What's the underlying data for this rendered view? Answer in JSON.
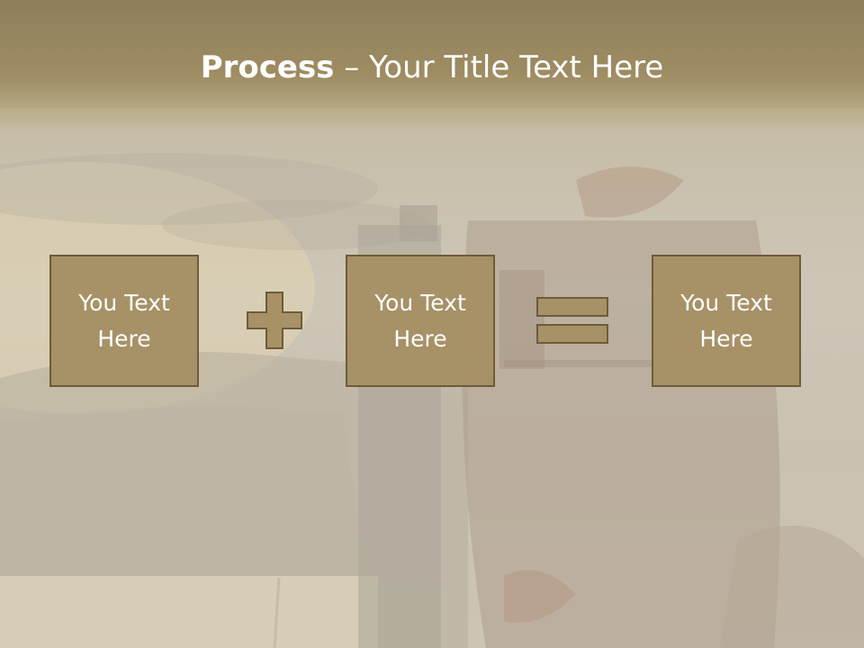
{
  "title": {
    "bold": "Process",
    "rest": " – Your Title Text Here"
  },
  "boxes": [
    {
      "text": "You Text Here"
    },
    {
      "text": "You Text Here"
    },
    {
      "text": "You Text Here"
    }
  ],
  "icons": {
    "plus": "plus-icon",
    "equals": "equals-icon"
  },
  "colors": {
    "title_band": "#9e8c62",
    "box_fill": "#a79167",
    "box_border": "#6e5b3a",
    "text": "#ffffff"
  }
}
